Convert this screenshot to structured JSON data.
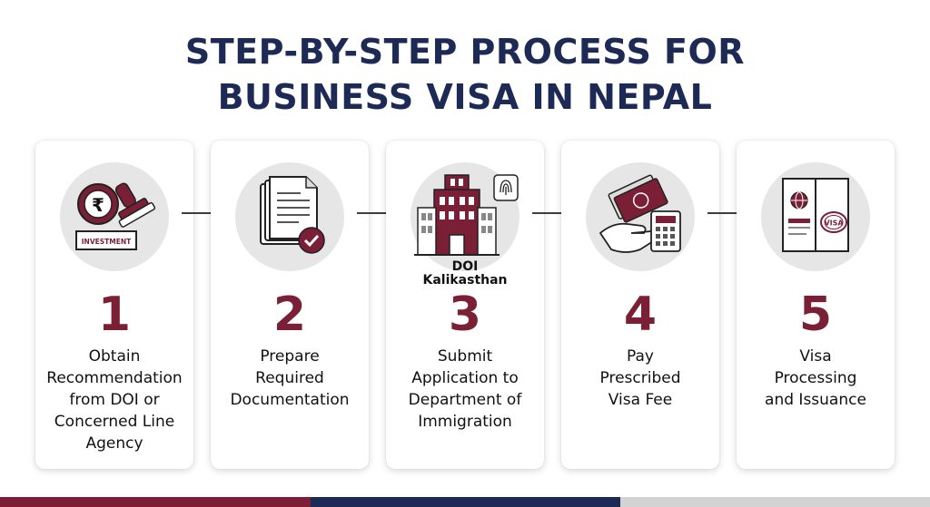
{
  "title": {
    "line1": "STEP-BY-STEP PROCESS FOR",
    "line2": "BUSINESS VISA IN NEPAL"
  },
  "colors": {
    "navy": "#1d2a55",
    "maroon": "#7a1f35",
    "circle_bg": "#e6e6e6",
    "bar_gray": "#d3d3d3"
  },
  "steps": [
    {
      "number": "1",
      "icon": "rupee-coin-stamp-icon",
      "icon_text": "INVESTMENT",
      "lines": [
        "Obtain",
        "Recommendation",
        "from DOI or",
        "Concerned Line",
        "Agency"
      ]
    },
    {
      "number": "2",
      "icon": "documents-checkmark-icon",
      "lines": [
        "Prepare",
        "Required",
        "Documentation"
      ]
    },
    {
      "number": "3",
      "icon": "immigration-building-fingerprint-icon",
      "building_label": [
        "DOI",
        "Kalikasthan"
      ],
      "lines": [
        "Submit",
        "Application to",
        "Department of",
        "Immigration"
      ]
    },
    {
      "number": "4",
      "icon": "hand-money-calculator-icon",
      "lines": [
        "Pay",
        "Prescribed",
        "Visa Fee"
      ]
    },
    {
      "number": "5",
      "icon": "passport-visa-stamp-icon",
      "icon_text": "VISA",
      "lines": [
        "Visa",
        "Processing",
        "and Issuance"
      ]
    }
  ]
}
